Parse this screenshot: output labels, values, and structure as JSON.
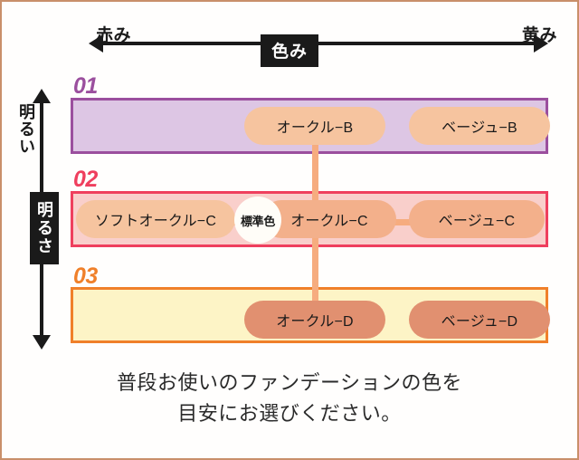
{
  "axes": {
    "hue": {
      "chip_label": "色み",
      "left_label": "赤み",
      "right_label": "黄み"
    },
    "brightness": {
      "chip_label": "明るさ",
      "top_label": "明るい"
    }
  },
  "rows": [
    {
      "number": "01",
      "band_color": "#ddc6e4",
      "border_color": "#9b4f9e",
      "pills": [
        {
          "label": "オークル−B",
          "tone": "light"
        },
        {
          "label": "ベージュ−B",
          "tone": "light"
        }
      ]
    },
    {
      "number": "02",
      "band_color": "#f9cfcb",
      "border_color": "#ef3f5e",
      "badge": "標準色",
      "pills": [
        {
          "label": "ソフトオークル−C",
          "tone": "light"
        },
        {
          "label": "オークル−C",
          "tone": "mid"
        },
        {
          "label": "ベージュ−C",
          "tone": "mid"
        }
      ]
    },
    {
      "number": "03",
      "band_color": "#fdf4c6",
      "border_color": "#f0802a",
      "pills": [
        {
          "label": "オークル−D",
          "tone": "dark"
        },
        {
          "label": "ベージュ−D",
          "tone": "dark"
        }
      ]
    }
  ],
  "caption": {
    "line1": "普段お使いのファンデーションの色を",
    "line2": "目安にお選びください。"
  },
  "colors": {
    "connector": "#f6ac7f",
    "frame": "#c98f6a",
    "axis": "#1a1a1a"
  }
}
